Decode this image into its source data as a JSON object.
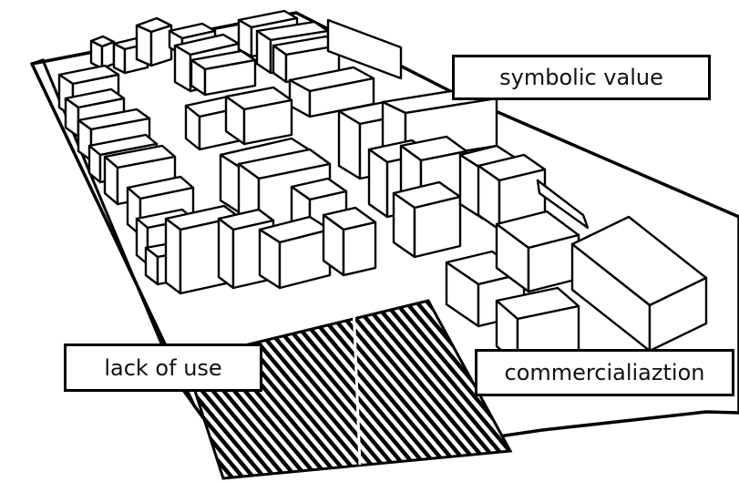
{
  "labels": {
    "symbolic_value": "symbolic value",
    "lack_of_use": "lack of use",
    "commercialization": "commercialiaztion"
  },
  "colors": {
    "ink": "#000000",
    "paper": "#ffffff"
  }
}
